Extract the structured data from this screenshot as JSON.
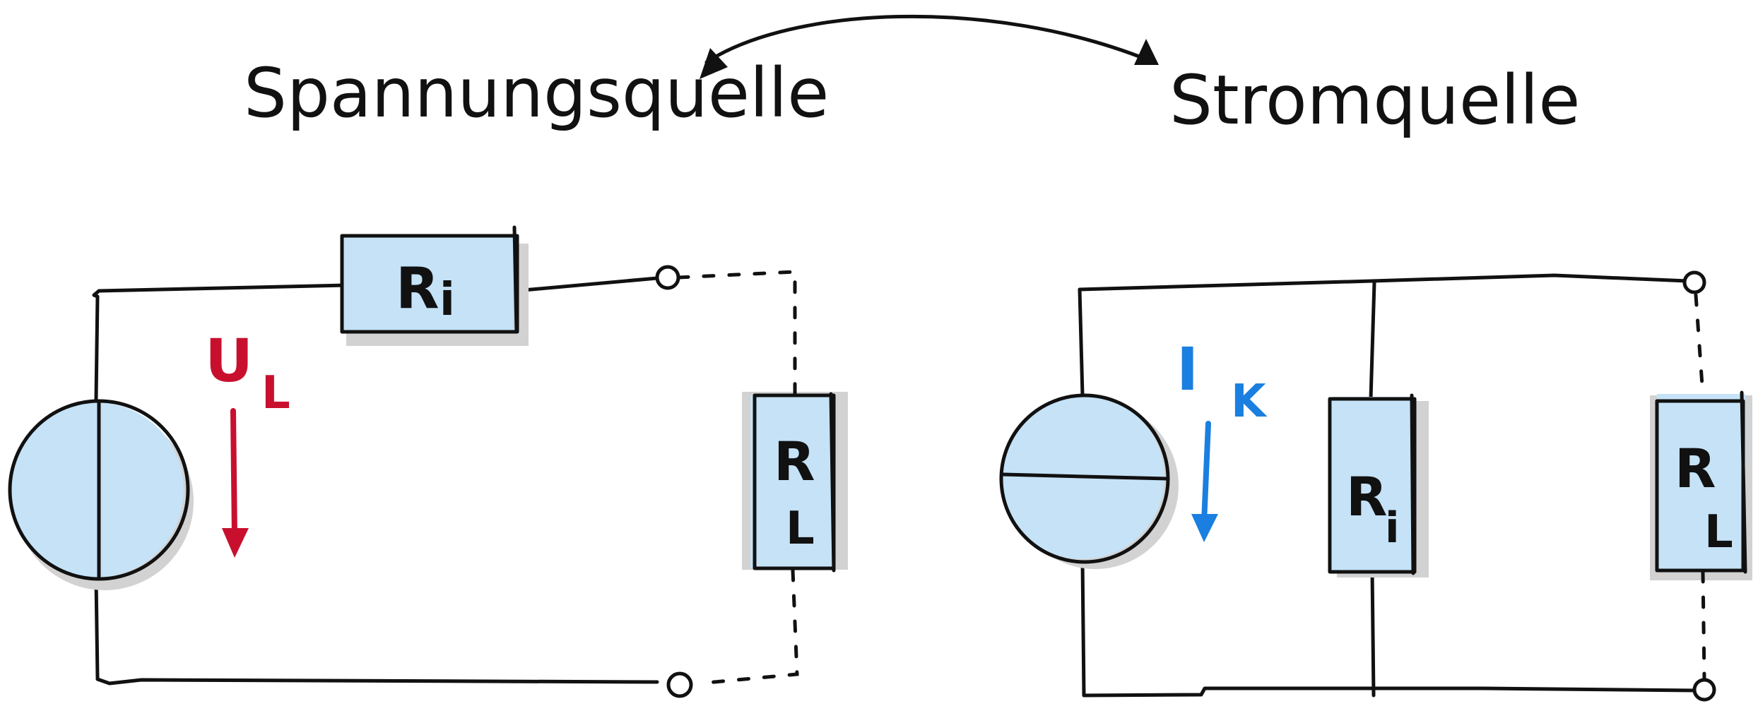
{
  "diagram": {
    "left_title": "Spannungsquelle",
    "right_title": "Stromquelle",
    "left_circuit": {
      "resistor_internal": {
        "main": "R",
        "sub": "i"
      },
      "resistor_load": {
        "main": "R",
        "sub": "L"
      },
      "voltage_label": {
        "main": "U",
        "sub": "L"
      }
    },
    "right_circuit": {
      "resistor_internal": {
        "main": "R",
        "sub": "i"
      },
      "resistor_load": {
        "main": "R",
        "sub": "L"
      },
      "current_label": {
        "main": "I",
        "sub": "K"
      }
    },
    "colors": {
      "ink": "#111111",
      "component_fill": "#c5e2f7",
      "shadow": "#d2d2d2",
      "voltage_arrow": "#c8102e",
      "current_arrow": "#1a7fe0"
    },
    "icons": [
      "double-headed-arrow-icon",
      "voltage-source-icon",
      "current-source-icon",
      "resistor-icon"
    ]
  }
}
